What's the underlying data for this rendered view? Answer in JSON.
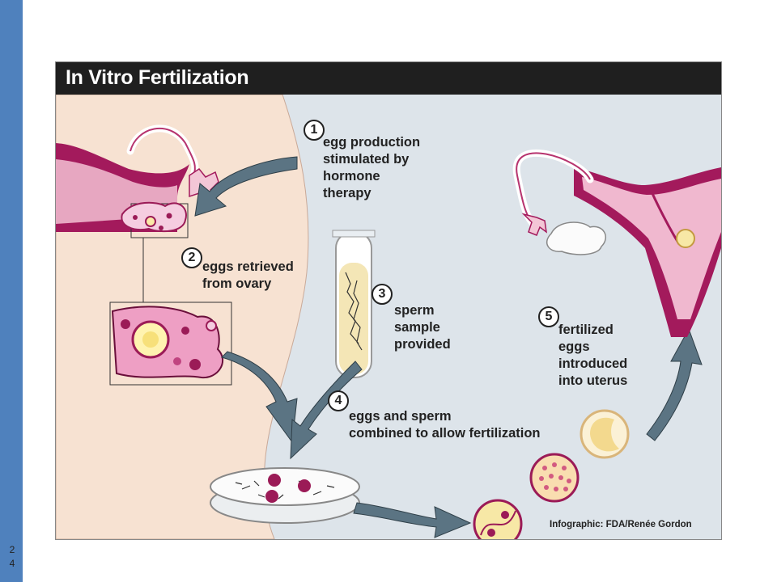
{
  "slide": {
    "number_digits": [
      "2",
      "4"
    ]
  },
  "infographic": {
    "title": "In Vitro Fertilization",
    "steps": [
      {
        "number": "1",
        "lines": [
          "egg production",
          "stimulated by",
          "hormone",
          "therapy"
        ]
      },
      {
        "number": "2",
        "lines": [
          "eggs retrieved",
          "from ovary"
        ]
      },
      {
        "number": "3",
        "lines": [
          "sperm",
          "sample",
          "provided"
        ]
      },
      {
        "number": "4",
        "lines": [
          "eggs and sperm",
          "combined to allow fertilization"
        ]
      },
      {
        "number": "5",
        "lines": [
          "fertilized",
          "eggs",
          "introduced",
          "into uterus"
        ]
      }
    ],
    "credit": "Infographic: FDA/Renée Gordon"
  },
  "colors": {
    "sidebar": "#4f81bd",
    "skin": "#f7e2d2",
    "background": "#dde4ea",
    "tissue": "#9b1b57",
    "arrow": "#5b7483"
  }
}
